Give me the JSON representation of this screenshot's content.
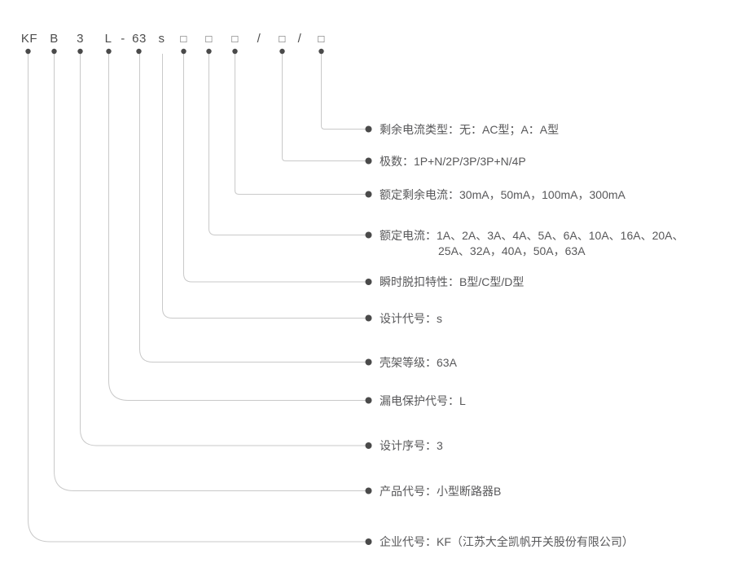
{
  "code": {
    "tokens": [
      "KF",
      "B",
      "3",
      "L",
      "-",
      "63",
      "s",
      "□",
      "□",
      "□",
      "/",
      "□",
      "/",
      "□"
    ]
  },
  "legend": {
    "rows": [
      {
        "label": "剩余电流类型：无：AC型；A：A型"
      },
      {
        "label": "极数：1P+N/2P/3P/3P+N/4P"
      },
      {
        "label": "额定剩余电流：30mA，50mA，100mA，300mA"
      },
      {
        "label": "额定电流：1A、2A、3A、4A、5A、6A、10A、16A、20A、",
        "label2": "25A、32A，40A，50A，63A"
      },
      {
        "label": "瞬时脱扣特性：B型/C型/D型"
      },
      {
        "label": "设计代号：s"
      },
      {
        "label": "壳架等级：63A"
      },
      {
        "label": "漏电保护代号：L"
      },
      {
        "label": "设计序号：3"
      },
      {
        "label": "产品代号：小型断路器B"
      },
      {
        "label": "企业代号：KF（江苏大全凯帆开关股份有限公司）"
      }
    ]
  },
  "colors": {
    "connector_line": "#c9c9c9",
    "dot": "#4a4a4a",
    "text": "#58585a"
  }
}
